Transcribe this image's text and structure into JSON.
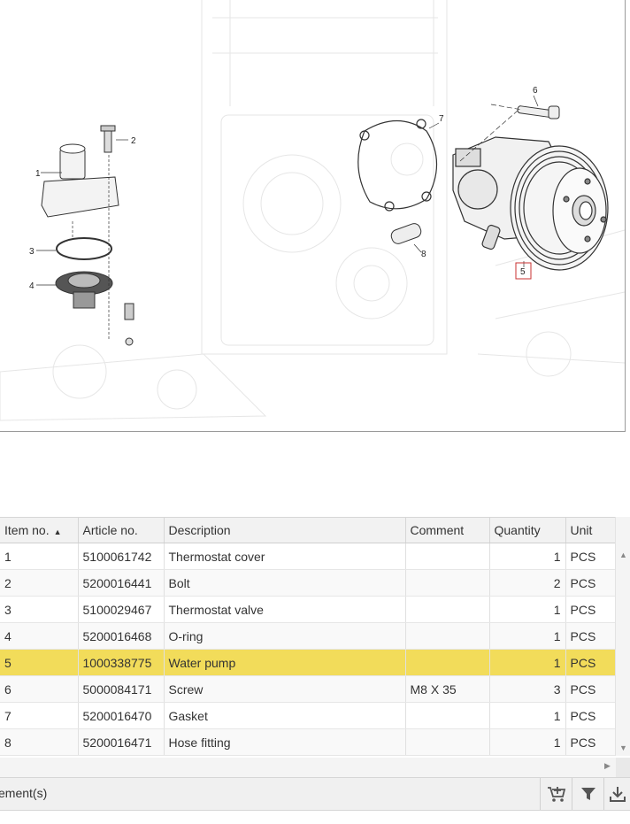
{
  "diagram": {
    "callouts": [
      "1",
      "2",
      "3",
      "4",
      "5",
      "6",
      "7",
      "8"
    ],
    "highlighted_callout": "5"
  },
  "parts_table": {
    "columns": [
      "Item no.",
      "Article no.",
      "Description",
      "Comment",
      "Quantity",
      "Unit"
    ],
    "sort_column": "Item no.",
    "sort_direction": "ascending",
    "rows": [
      {
        "item": "1",
        "article": "5100061742",
        "description": "Thermostat cover",
        "comment": "",
        "quantity": "1",
        "unit": "PCS"
      },
      {
        "item": "2",
        "article": "5200016441",
        "description": "Bolt",
        "comment": "",
        "quantity": "2",
        "unit": "PCS"
      },
      {
        "item": "3",
        "article": "5100029467",
        "description": "Thermostat valve",
        "comment": "",
        "quantity": "1",
        "unit": "PCS"
      },
      {
        "item": "4",
        "article": "5200016468",
        "description": "O-ring",
        "comment": "",
        "quantity": "1",
        "unit": "PCS"
      },
      {
        "item": "5",
        "article": "1000338775",
        "description": "Water pump",
        "comment": "",
        "quantity": "1",
        "unit": "PCS"
      },
      {
        "item": "6",
        "article": "5000084171",
        "description": "Screw",
        "comment": "M8 X 35",
        "quantity": "3",
        "unit": "PCS"
      },
      {
        "item": "7",
        "article": "5200016470",
        "description": "Gasket",
        "comment": "",
        "quantity": "1",
        "unit": "PCS"
      },
      {
        "item": "8",
        "article": "5200016471",
        "description": "Hose fitting",
        "comment": "",
        "quantity": "1",
        "unit": "PCS"
      }
    ],
    "selected_item": "5",
    "highlight_color": "#f2dc5a"
  },
  "footer": {
    "count_label": "ement(s)",
    "tools": [
      "add-to-cart-icon",
      "filter-icon",
      "download-icon"
    ]
  }
}
